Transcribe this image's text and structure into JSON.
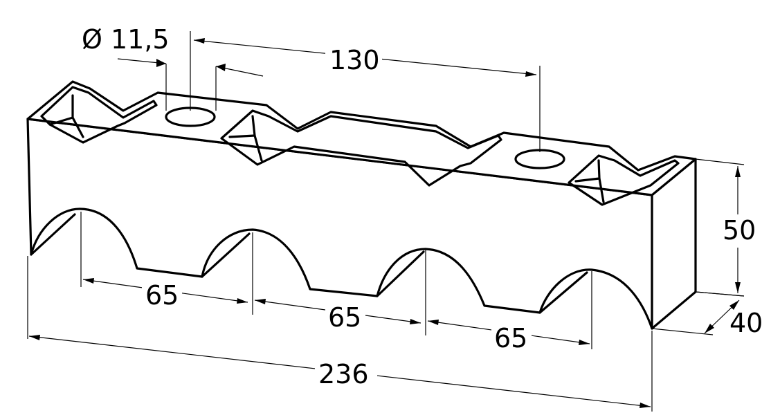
{
  "drawing": {
    "hole_diameter_label": "Ø 11,5",
    "hole_spacing_label": "130",
    "height_label": "50",
    "depth_label": "40",
    "pitch_label_1": "65",
    "pitch_label_2": "65",
    "pitch_label_3": "65",
    "overall_length_label": "236",
    "line_color": "#000000",
    "background_color": "#ffffff"
  }
}
